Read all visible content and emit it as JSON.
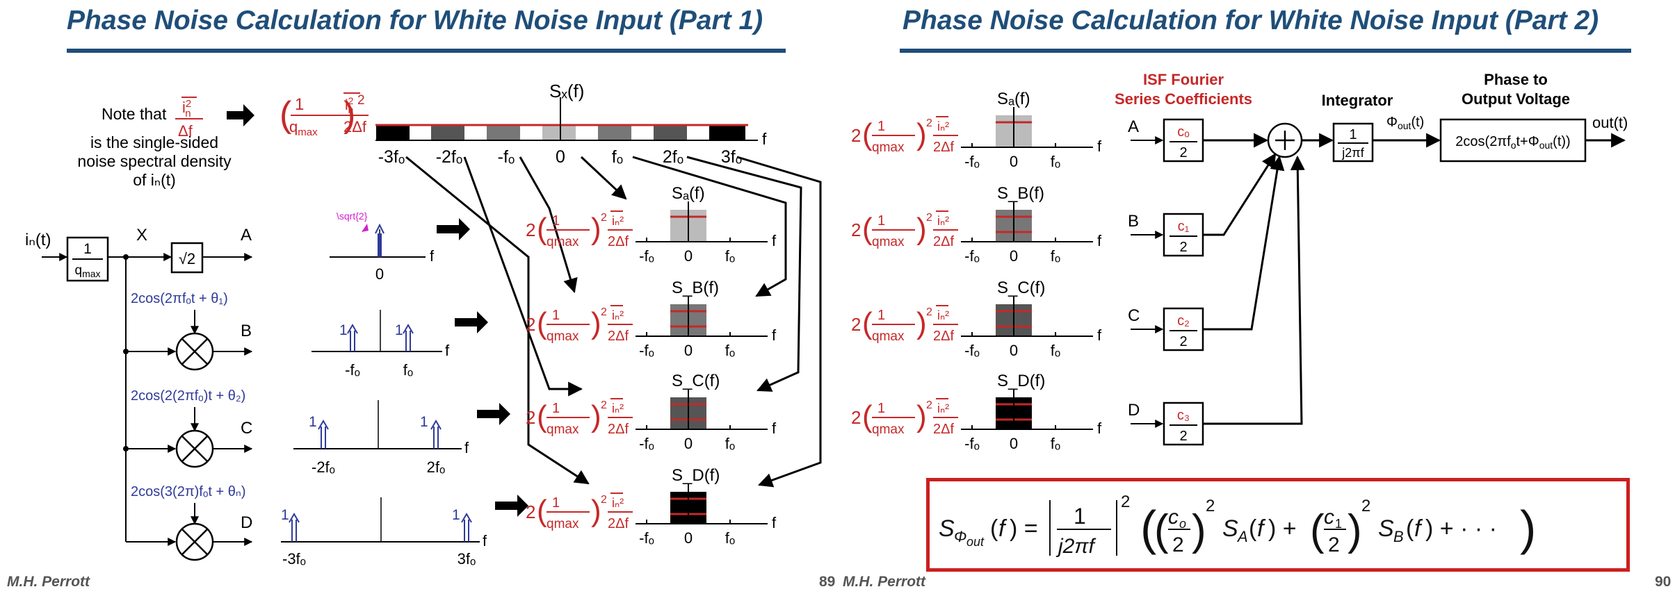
{
  "part1": {
    "title": "Phase Noise Calculation for White Noise Input (Part 1)",
    "note": {
      "lead": "Note that",
      "lines": [
        "is the single-sided",
        "noise spectral density",
        "of iₙ(t)"
      ]
    },
    "spectrum_label": "Sₓ(f)",
    "axis_ticks": [
      "-3fₒ",
      "-2fₒ",
      "-fₒ",
      "0",
      "fₒ",
      "2fₒ",
      "3fₒ"
    ],
    "f_label": "f",
    "block": {
      "input": "iₙ(t)",
      "gain_num": "1",
      "gain_den": "q_max",
      "node": "X",
      "sqrt_label": "√2"
    },
    "branches": [
      {
        "out": "A"
      },
      {
        "out": "B",
        "mix": "2cos(2πfₒt + θ₁)"
      },
      {
        "out": "C",
        "mix": "2cos(2(2πfₒ)t + θ₂)"
      },
      {
        "out": "D",
        "mix": "2cos(3(2π)fₒt + θₙ)"
      }
    ],
    "impulse_note": "\\sqrt{2}",
    "impulse_plots": [
      {
        "labels": [
          "0"
        ],
        "values": []
      },
      {
        "labels": [
          "-fₒ",
          "fₒ"
        ],
        "values": [
          "1",
          "1"
        ]
      },
      {
        "labels": [
          "-2fₒ",
          "2fₒ"
        ],
        "values": [
          "1",
          "1"
        ]
      },
      {
        "labels": [
          "-3fₒ",
          "3fₒ"
        ],
        "values": [
          "1",
          "1"
        ]
      }
    ],
    "out_spectra": [
      "Sₐ(f)",
      "S_B(f)",
      "S_C(f)",
      "S_D(f)"
    ],
    "small_ticks": [
      "-fₒ",
      "0",
      "fₒ"
    ],
    "footer": "M.H. Perrott",
    "page": "89"
  },
  "part2": {
    "title": "Phase Noise Calculation for White Noise Input (Part 2)",
    "spectra": [
      "Sₐ(f)",
      "S_B(f)",
      "S_C(f)",
      "S_D(f)"
    ],
    "small_ticks": [
      "-fₒ",
      "0",
      "fₒ"
    ],
    "isf_header": [
      "ISF Fourier",
      "Series Coefficients"
    ],
    "integrator_header": "Integrator",
    "phase_header": [
      "Phase to",
      "Output Voltage"
    ],
    "inputs": [
      "A",
      "B",
      "C",
      "D"
    ],
    "coeffs": [
      "cₒ",
      "c₁",
      "c₂",
      "c₃"
    ],
    "coeff_den": "2",
    "integrator_num": "1",
    "integrator_den": "j2πf",
    "phi_out": "Φout(t)",
    "vco": "2cos(2πfₒt+Φout(t))",
    "out": "out(t)",
    "equation": "SΦout(f) = |1/(j2πf)|² ((cₒ/2)² Sₐ(f) + (c₁/2)² S_B(f) + ⋯)",
    "footer": "M.H. Perrott",
    "page": "90"
  }
}
